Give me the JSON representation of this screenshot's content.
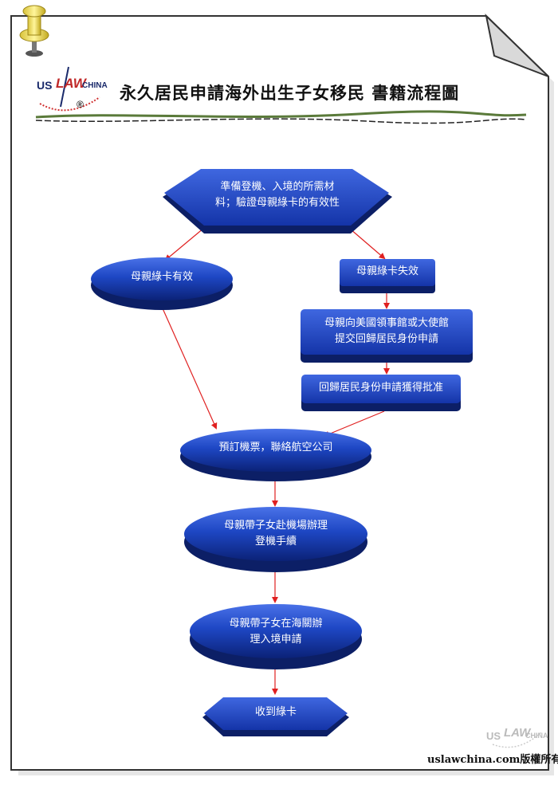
{
  "title": "永久居民申請海外出生子女移民  書籍流程圖",
  "logo": {
    "us": "US",
    "law": "LAW",
    "china": "CHINA",
    "registered": "®"
  },
  "watermark": {
    "us": "US",
    "law": "LAW",
    "china": "CHINA"
  },
  "copyright": "uslawchina.com版權所有",
  "colors": {
    "node_fill": "#1b3fb0",
    "node_dark": "#0e2475",
    "arrow": "#e02020",
    "border": "#333333"
  },
  "steps": {
    "prepare": {
      "line1": "準備登機、入境的所需材",
      "line2": "料；驗證母親綠卡的有效性"
    },
    "card_valid": "母親綠卡有效",
    "card_invalid": "母親綠卡失效",
    "consulate": {
      "line1": "母親向美國領事館或大使館",
      "line2": "提交回歸居民身份申請"
    },
    "approved": "回歸居民身份申請獲得批准",
    "book_ticket": "預訂機票，聯絡航空公司",
    "airport": {
      "line1": "母親帶子女赴機場辦理",
      "line2": "登機手續"
    },
    "customs": {
      "line1": "母親帶子女在海關辦",
      "line2": "理入境申請"
    },
    "receive": "收到綠卡"
  }
}
